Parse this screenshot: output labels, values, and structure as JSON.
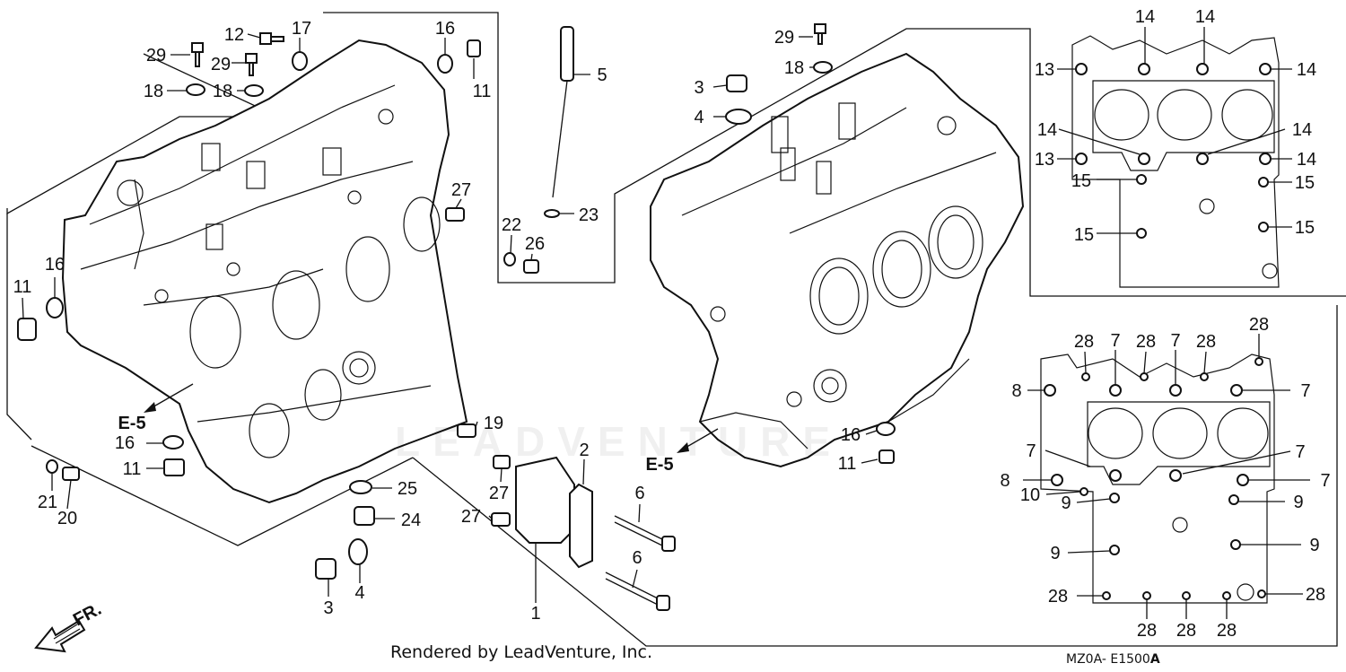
{
  "diagram": {
    "credit": "Rendered by LeadVenture, Inc.",
    "diagram_code_main": "MZ0A- E1500",
    "diagram_code_suffix": "A",
    "watermark": "LEADVENTURE",
    "front_arrow_label": "FR.",
    "ref_left": "E-5",
    "ref_right": "E-5"
  },
  "callouts": {
    "n1": "1",
    "n2": "2",
    "n3": "3",
    "n3b": "3",
    "n4": "4",
    "n4b": "4",
    "n5": "5",
    "n6a": "6",
    "n6b": "6",
    "n7a": "7",
    "n7b": "7",
    "n7c": "7",
    "n7d": "7",
    "n7e": "7",
    "n7f": "7",
    "n8a": "8",
    "n8b": "8",
    "n9a": "9",
    "n9b": "9",
    "n9c": "9",
    "n9d": "9",
    "n10": "10",
    "n11a": "11",
    "n11b": "11",
    "n11c": "11",
    "n11d": "11",
    "n12": "12",
    "n13a": "13",
    "n13b": "13",
    "n14a": "14",
    "n14b": "14",
    "n14c": "14",
    "n14d": "14",
    "n14e": "14",
    "n14f": "14",
    "n15a": "15",
    "n15b": "15",
    "n15c": "15",
    "n15d": "15",
    "n16a": "16",
    "n16b": "16",
    "n16c": "16",
    "n16d": "16",
    "n17": "17",
    "n18a": "18",
    "n18b": "18",
    "n18c": "18",
    "n19": "19",
    "n20": "20",
    "n21": "21",
    "n22": "22",
    "n23": "23",
    "n24": "24",
    "n25": "25",
    "n26": "26",
    "n27a": "27",
    "n27b": "27",
    "n27c": "27",
    "n28a": "28",
    "n28b": "28",
    "n28c": "28",
    "n28d": "28",
    "n28e": "28",
    "n28f": "28",
    "n28g": "28",
    "n28h": "28",
    "n29a": "29",
    "n29b": "29",
    "n29c": "29"
  }
}
